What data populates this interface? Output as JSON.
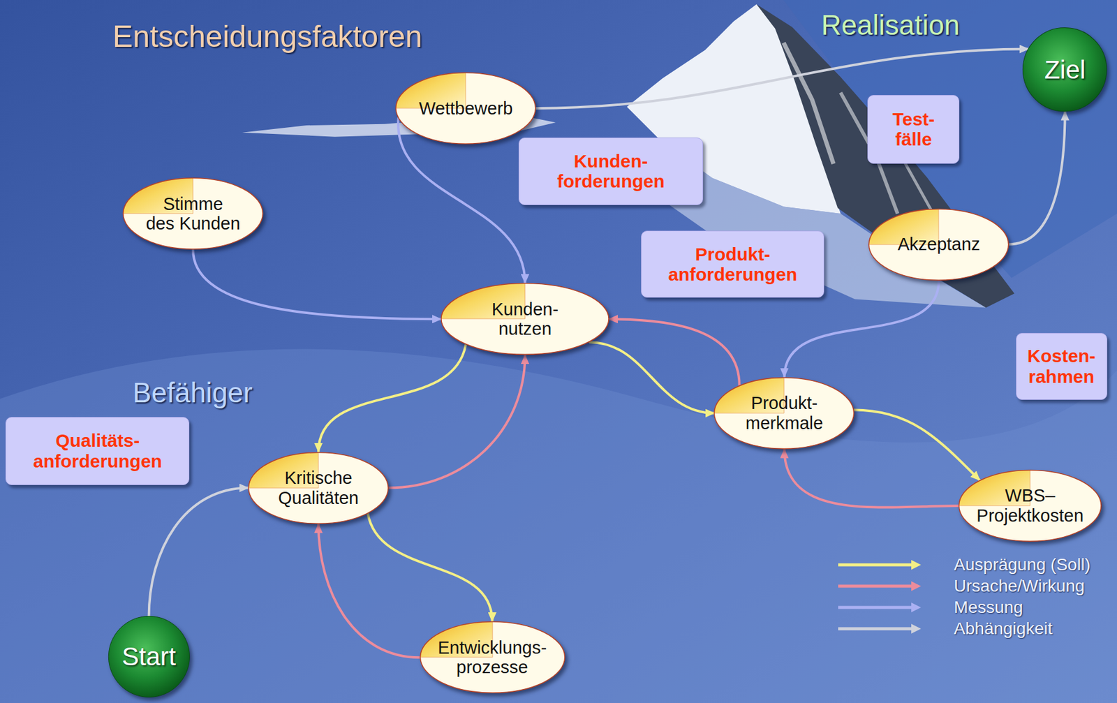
{
  "diagram": {
    "nodes": [
      {
        "text": [
          "Wettbewerb"
        ]
      },
      {
        "text": [
          "Ziel"
        ]
      },
      {
        "text": [
          "Test- fälle"
        ]
      },
      {
        "text": [
          "Kunden- forderungen"
        ]
      },
      {
        "text": [
          "Stimme des Kunden"
        ]
      },
      {
        "text": [
          "Produkt- anforderungen"
        ]
      },
      {
        "text": [
          "Akzeptanz"
        ]
      },
      {
        "text": [
          "Kunden- nutzen"
        ]
      },
      {
        "text": [
          "Kosten- rahmen"
        ]
      },
      {
        "text": [
          "Produkt- merkmale"
        ]
      },
      {
        "text": [
          "Qualitäts- anforderungen"
        ]
      },
      {
        "text": [
          "Kritische Qualitäten"
        ]
      },
      {
        "text": [
          "WBS– Projektkosten"
        ]
      },
      {
        "text": [
          "Entwicklungs- prozesse"
        ]
      },
      {
        "text": [
          "Start"
        ]
      }
    ],
    "edges": [
      {
        "from": 0,
        "to": 7,
        "arrow": "to"
      },
      {
        "from": 4,
        "to": 7,
        "arrow": "to"
      },
      {
        "from": 7,
        "to": 11,
        "arrow": "to"
      },
      {
        "from": 11,
        "to": 7,
        "arrow": "to"
      },
      {
        "from": 11,
        "to": 13,
        "arrow": "to"
      },
      {
        "from": 13,
        "to": 11,
        "arrow": "to"
      },
      {
        "from": 14,
        "to": 11,
        "arrow": "to"
      },
      {
        "from": 7,
        "to": 9,
        "arrow": "to"
      },
      {
        "from": 9,
        "to": 7,
        "arrow": "to"
      },
      {
        "from": 6,
        "to": 9,
        "arrow": "to"
      },
      {
        "from": 6,
        "to": 1,
        "arrow": "to"
      },
      {
        "from": 9,
        "to": 12,
        "arrow": "to"
      },
      {
        "from": 12,
        "to": 9,
        "arrow": "to"
      },
      {
        "from": 0,
        "to": 1,
        "arrow": "to"
      }
    ],
    "labels": [
      "Entscheidungsfaktoren",
      "Realisation",
      "Befähiger"
    ],
    "legend": [
      {
        "text": "Ausprägung (Soll)"
      },
      {
        "text": "Ursache/Wirkung"
      },
      {
        "text": "Messung"
      },
      {
        "text": "Abhängigkeit"
      }
    ]
  }
}
